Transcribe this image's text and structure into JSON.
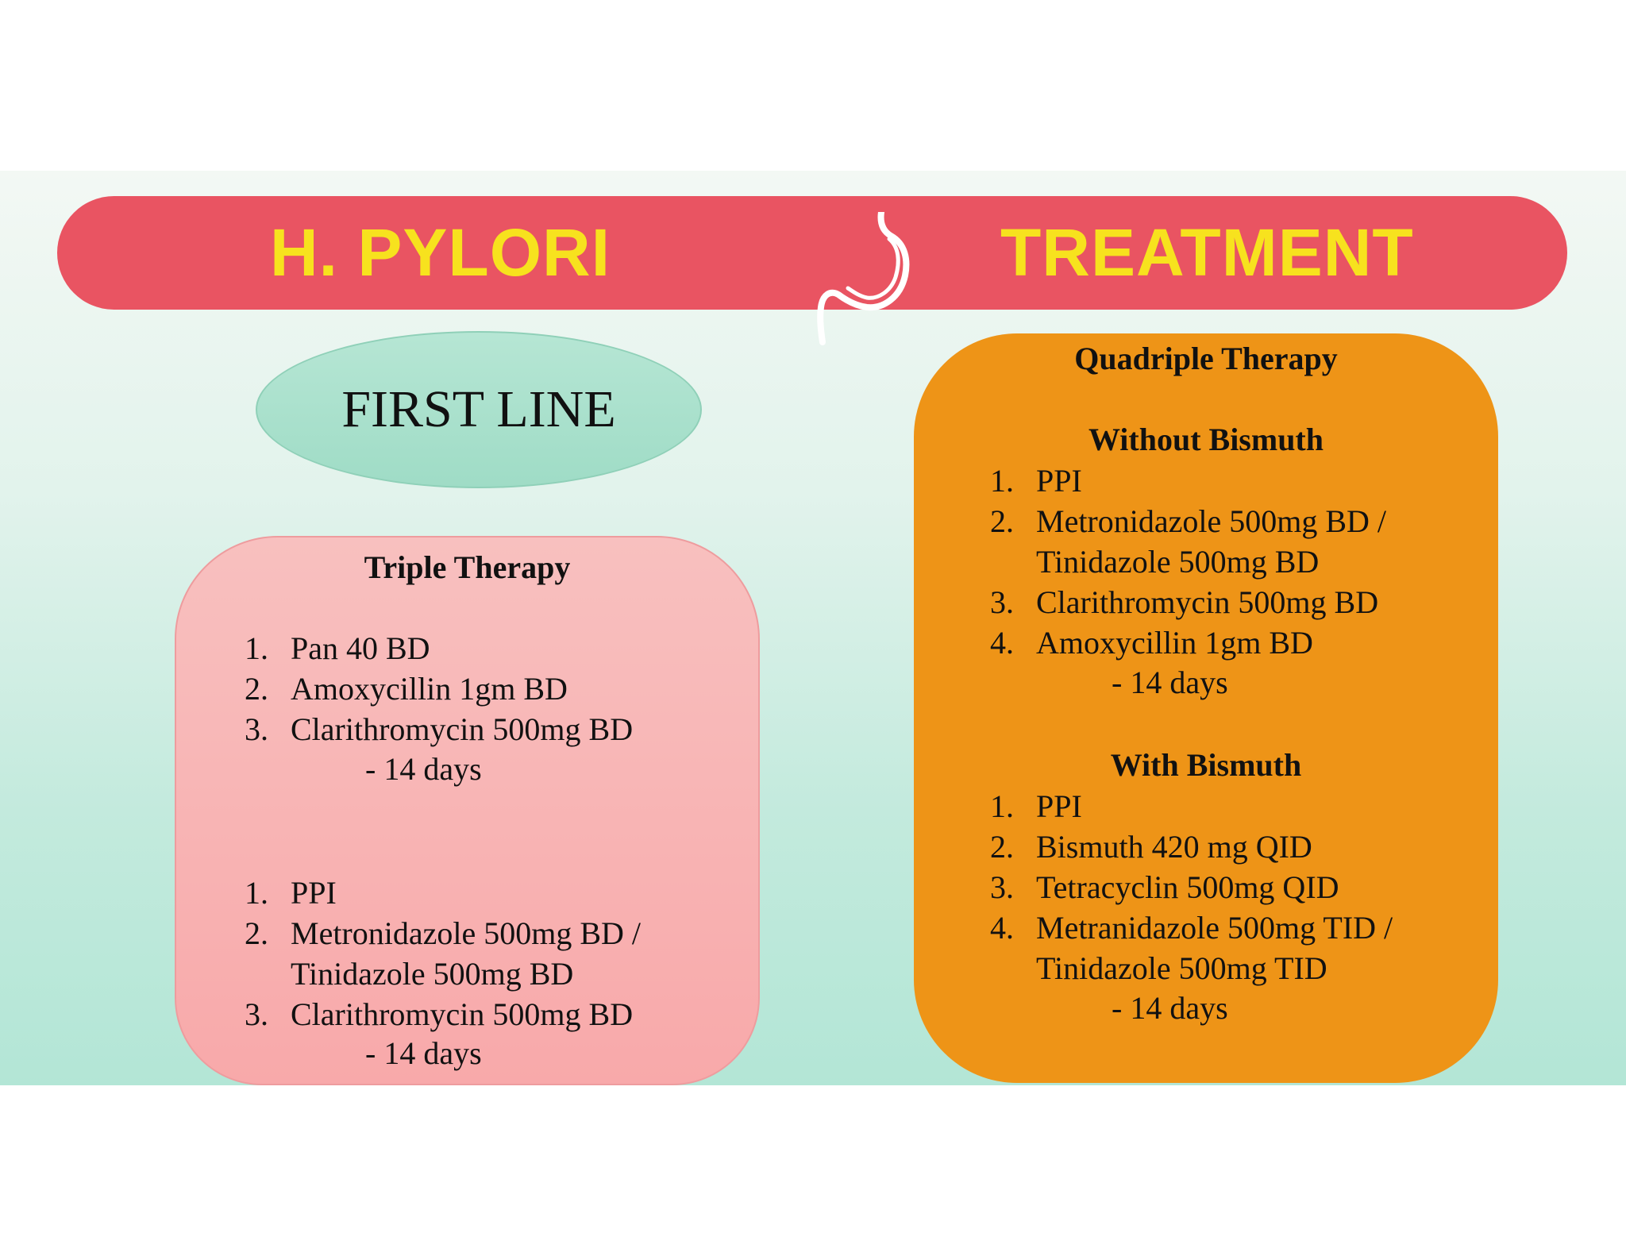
{
  "banner": {
    "left_title": "H. PYLORI",
    "right_title": "TREATMENT",
    "icon": "stomach-icon"
  },
  "oval_label": "FIRST LINE",
  "triple": {
    "title": "Triple Therapy",
    "group1": {
      "items": [
        {
          "num": "1.",
          "text": "Pan 40 BD"
        },
        {
          "num": "2.",
          "text": "Amoxycillin 1gm BD"
        },
        {
          "num": "3.",
          "text": "Clarithromycin 500mg BD"
        }
      ],
      "duration": "- 14 days"
    },
    "group2": {
      "items": [
        {
          "num": "1.",
          "text": "PPI"
        },
        {
          "num": "2.",
          "text": "Metronidazole 500mg BD /"
        },
        {
          "num": "",
          "text": "Tinidazole 500mg BD"
        },
        {
          "num": "3.",
          "text": "Clarithromycin 500mg BD"
        }
      ],
      "duration": "- 14 days"
    }
  },
  "quad": {
    "title": "Quadriple Therapy",
    "without": {
      "heading": "Without Bismuth",
      "items": [
        {
          "num": "1.",
          "text": "PPI"
        },
        {
          "num": "2.",
          "text": "Metronidazole 500mg BD /"
        },
        {
          "num": "",
          "text": "Tinidazole 500mg BD"
        },
        {
          "num": "3.",
          "text": "Clarithromycin 500mg BD"
        },
        {
          "num": "4.",
          "text": "Amoxycillin 1gm BD"
        }
      ],
      "duration": "- 14 days"
    },
    "with": {
      "heading": "With Bismuth",
      "items": [
        {
          "num": "1.",
          "text": "PPI"
        },
        {
          "num": "2.",
          "text": "Bismuth 420 mg QID"
        },
        {
          "num": "3.",
          "text": "Tetracyclin 500mg QID"
        },
        {
          "num": "4.",
          "text": "Metranidazole 500mg TID /"
        },
        {
          "num": "",
          "text": "Tinidazole 500mg TID"
        }
      ],
      "duration": "- 14 days"
    }
  },
  "colors": {
    "banner": "#e95462",
    "banner_text": "#f7e21e",
    "oval": "#a8e0cb",
    "triple_box": "#f8b4b4",
    "quad_box": "#ee9417"
  }
}
